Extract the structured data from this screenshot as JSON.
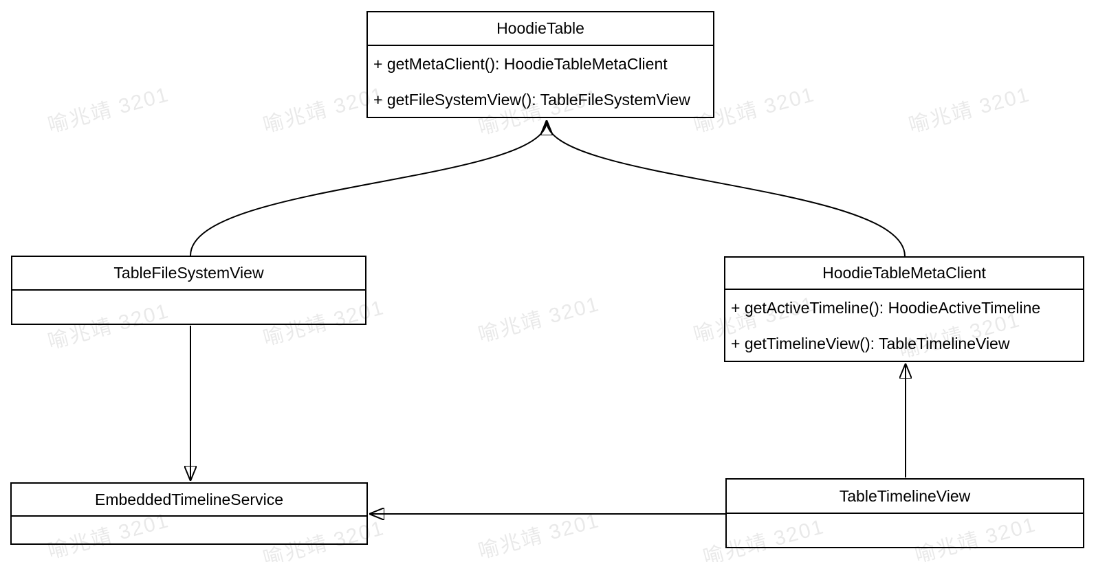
{
  "watermark": {
    "text": "喻兆靖 3201"
  },
  "diagram": {
    "type": "uml-class-diagram",
    "colors": {
      "stroke": "#000000",
      "fill": "#ffffff",
      "text": "#000000"
    },
    "classes": [
      {
        "id": "hoodie-table",
        "name": "HoodieTable",
        "methods": [
          "+ getMetaClient(): HoodieTableMetaClient",
          "+ getFileSystemView(): TableFileSystemView"
        ]
      },
      {
        "id": "table-file-system-view",
        "name": "TableFileSystemView",
        "methods": []
      },
      {
        "id": "hoodie-table-meta-client",
        "name": "HoodieTableMetaClient",
        "methods": [
          "+ getActiveTimeline(): HoodieActiveTimeline",
          "+ getTimelineView(): TableTimelineView"
        ]
      },
      {
        "id": "embedded-timeline-service",
        "name": "EmbeddedTimelineService",
        "methods": []
      },
      {
        "id": "table-timeline-view",
        "name": "TableTimelineView",
        "methods": []
      }
    ],
    "relations": [
      {
        "from": "TableFileSystemView",
        "to": "HoodieTable",
        "style": "curved-arrow"
      },
      {
        "from": "HoodieTableMetaClient",
        "to": "HoodieTable",
        "style": "curved-arrow"
      },
      {
        "from": "TableFileSystemView",
        "to": "EmbeddedTimelineService",
        "style": "straight-arrow"
      },
      {
        "from": "TableTimelineView",
        "to": "HoodieTableMetaClient",
        "style": "straight-arrow"
      },
      {
        "from": "TableTimelineView",
        "to": "EmbeddedTimelineService",
        "style": "straight-arrow"
      }
    ]
  }
}
